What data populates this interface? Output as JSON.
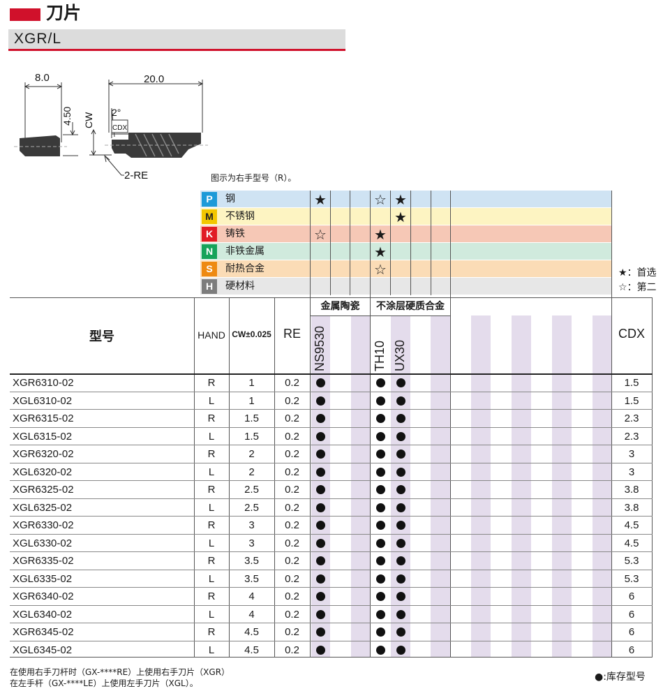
{
  "header": {
    "title": "刀片",
    "subtitle": "XGR/L"
  },
  "diagram": {
    "dim_a": "8.0",
    "dim_b": "20.0",
    "dim_h": "4.50",
    "cw": "CW",
    "angle": "2°",
    "cdx": "CDX",
    "re": "2-RE"
  },
  "note": "图示为右手型号（R）。",
  "materials": [
    {
      "code": "P",
      "name": "钢",
      "badge_color": "#1d9ad8",
      "row_color": "#cfe3f3"
    },
    {
      "code": "M",
      "name": "不锈钢",
      "badge_color": "#f2c600",
      "row_color": "#fdf4c2"
    },
    {
      "code": "K",
      "name": "铸铁",
      "badge_color": "#e11c24",
      "row_color": "#f6c8b6"
    },
    {
      "code": "N",
      "name": "非铁金属",
      "badge_color": "#16a35a",
      "row_color": "#d0eadd"
    },
    {
      "code": "S",
      "name": "耐热合金",
      "badge_color": "#ee8a12",
      "row_color": "#fbdcb6"
    },
    {
      "code": "H",
      "name": "硬材料",
      "badge_color": "#7d7d7d",
      "row_color": "#e7e7e7"
    }
  ],
  "suitability": {
    "P": [
      "★",
      "",
      "",
      "☆",
      "★"
    ],
    "M": [
      "",
      "",
      "",
      "",
      "★"
    ],
    "K": [
      "☆",
      "",
      "",
      "★",
      ""
    ],
    "N": [
      "",
      "",
      "",
      "★",
      ""
    ],
    "S": [
      "",
      "",
      "",
      "☆",
      ""
    ],
    "H": [
      "",
      "",
      "",
      "",
      ""
    ]
  },
  "legend": {
    "preferred": "★：首选",
    "second": "☆：第二"
  },
  "table": {
    "group1": "金属陶瓷",
    "group2": "不涂层硬质合金",
    "headers": {
      "model": "型号",
      "hand": "HAND",
      "cw": "CW±0.025",
      "re": "RE",
      "cdx": "CDX"
    },
    "grades": [
      "NS9530",
      "TH10",
      "UX30"
    ],
    "rows": [
      {
        "model": "XGR6310-02",
        "hand": "R",
        "cw": "1",
        "re": "0.2",
        "cdx": "1.5"
      },
      {
        "model": "XGL6310-02",
        "hand": "L",
        "cw": "1",
        "re": "0.2",
        "cdx": "1.5"
      },
      {
        "model": "XGR6315-02",
        "hand": "R",
        "cw": "1.5",
        "re": "0.2",
        "cdx": "2.3"
      },
      {
        "model": "XGL6315-02",
        "hand": "L",
        "cw": "1.5",
        "re": "0.2",
        "cdx": "2.3"
      },
      {
        "model": "XGR6320-02",
        "hand": "R",
        "cw": "2",
        "re": "0.2",
        "cdx": "3"
      },
      {
        "model": "XGL6320-02",
        "hand": "L",
        "cw": "2",
        "re": "0.2",
        "cdx": "3"
      },
      {
        "model": "XGR6325-02",
        "hand": "R",
        "cw": "2.5",
        "re": "0.2",
        "cdx": "3.8"
      },
      {
        "model": "XGL6325-02",
        "hand": "L",
        "cw": "2.5",
        "re": "0.2",
        "cdx": "3.8"
      },
      {
        "model": "XGR6330-02",
        "hand": "R",
        "cw": "3",
        "re": "0.2",
        "cdx": "4.5"
      },
      {
        "model": "XGL6330-02",
        "hand": "L",
        "cw": "3",
        "re": "0.2",
        "cdx": "4.5"
      },
      {
        "model": "XGR6335-02",
        "hand": "R",
        "cw": "3.5",
        "re": "0.2",
        "cdx": "5.3"
      },
      {
        "model": "XGL6335-02",
        "hand": "L",
        "cw": "3.5",
        "re": "0.2",
        "cdx": "5.3"
      },
      {
        "model": "XGR6340-02",
        "hand": "R",
        "cw": "4",
        "re": "0.2",
        "cdx": "6"
      },
      {
        "model": "XGL6340-02",
        "hand": "L",
        "cw": "4",
        "re": "0.2",
        "cdx": "6"
      },
      {
        "model": "XGR6345-02",
        "hand": "R",
        "cw": "4.5",
        "re": "0.2",
        "cdx": "6"
      },
      {
        "model": "XGL6345-02",
        "hand": "L",
        "cw": "4.5",
        "re": "0.2",
        "cdx": "6"
      }
    ]
  },
  "footer": {
    "line1": "在使用右手刀杆时（GX-****RE）上使用右手刀片（XGR）",
    "line2": "在左手杆（GX-****LE）上使用左手刀片（XGL）。",
    "stock": "●:库存型号"
  }
}
